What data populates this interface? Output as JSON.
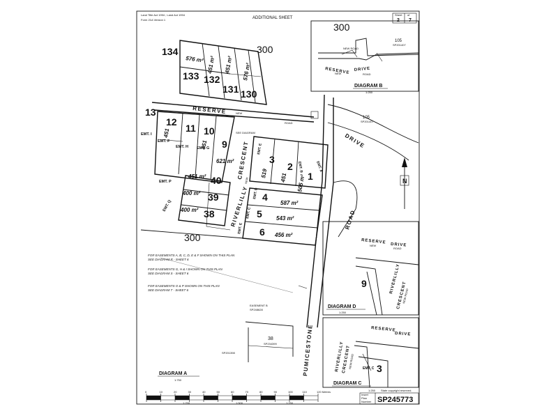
{
  "header": {
    "act_line": "Land Title Act 1994 ; Land Act 1994",
    "form_line": "Form 21A Version 1",
    "title": "ADDITIONAL SHEET",
    "sheet_label": "Sheet",
    "sheet_of_label": "of",
    "sheet_number": "2",
    "sheet_total": "7"
  },
  "diagram_a": {
    "lots": [
      {
        "number": "134",
        "area": ""
      },
      {
        "number": "133",
        "area": ""
      },
      {
        "number": "132",
        "area": "451 m²"
      },
      {
        "number": "131",
        "area": "451 m²"
      },
      {
        "number": "130",
        "area": "576 m²"
      },
      {
        "number": "13",
        "area": ""
      },
      {
        "number": "12",
        "area": "451"
      },
      {
        "number": "11",
        "area": ""
      },
      {
        "number": "10",
        "area": "451"
      },
      {
        "number": "9",
        "area": "621 m²"
      },
      {
        "number": "40",
        "area": "451 m²"
      },
      {
        "number": "39",
        "area": "400 m²"
      },
      {
        "number": "38",
        "area": "400 m²"
      },
      {
        "number": "3",
        "area": "519"
      },
      {
        "number": "2",
        "area": "451"
      },
      {
        "number": "1",
        "area": "505 m²"
      },
      {
        "number": "4",
        "area": "587 m²"
      },
      {
        "number": "5",
        "area": "543 m²"
      },
      {
        "number": "6",
        "area": "456 m²"
      }
    ],
    "lot134_area": "576 m²",
    "label_300_top": "300",
    "label_300_bottom": "300",
    "label_105": "105",
    "label_105_ref": "SP201407",
    "lot38_label": "38",
    "lot38_ref": "SP234399",
    "easement_b": "EASEMENT B",
    "easement_b_ref": "SP248628",
    "roads": {
      "reserve": "RESERVE",
      "reserve_new": "NEW",
      "drive": "DRIVE",
      "road_word": "ROAD",
      "crescent": "CRESCENT",
      "riverlilly": "RIVERLILLY",
      "riverlilly_new": "NEW",
      "road_main": "ROAD",
      "pumicestone": "PUMICESTONE"
    },
    "easements": {
      "emt_i": "EMT. I",
      "emt_h": "EMT. H",
      "emt_g": "EMT. G",
      "emt_f": "EMT. F",
      "emt_p": "EMT. P",
      "emt_q": "EMT. Q",
      "emt_e": "EMT. E",
      "emt_d": "EMT. D",
      "emt_a": "EMT. A",
      "emt_b": "EMT. B",
      "emt_c": "EMT. C",
      "emt_e2": "EMT. E"
    },
    "see_diagram": "SEE DIAGRAM",
    "notes": [
      {
        "text": "FOR EASEMENTS A, B, C, D, E & F SHOWN ON THIS PLAN",
        "sub": "SEE DIAGRAM R - SHEET 6"
      },
      {
        "text": "FOR EASEMENTS G, H & I SHOWN ON THIS PLAN",
        "sub": "SEE DIAGRAM S - SHEET 6"
      },
      {
        "text": "FOR EASEMENTS O & P SHOWN ON THIS PLAN",
        "sub": "SEE DIAGRAM T - SHEET 6"
      }
    ],
    "caption": "DIAGRAM A",
    "scale": "1:750",
    "ref_bottom_1": "SP201398",
    "ref_bottom_2": "SP245773"
  },
  "diagram_b": {
    "label_300": "300",
    "label_105": "105",
    "label_105_ref": "SP201407",
    "new_road": "NEW ROAD",
    "reserve": "RESERVE",
    "drive": "DRIVE",
    "new": "NEW",
    "road": "ROAD",
    "caption": "DIAGRAM B",
    "scale": "1:250"
  },
  "diagram_d": {
    "reserve": "RESERVE",
    "drive": "DRIVE",
    "new": "NEW",
    "road": "ROAD",
    "lot": "9",
    "riverlilly": "RIVERLILLY",
    "crescent": "CRESCENT",
    "new_road": "NEW ROAD",
    "caption": "DIAGRAM D",
    "scale": "1:250"
  },
  "diagram_c": {
    "reserve": "RESERVE",
    "drive": "DRIVE",
    "new_road": "NEW ROAD",
    "riverlilly": "RIVERLILLY",
    "crescent": "CRESCENT",
    "lot": "3",
    "emt_c": "EMT. C",
    "caption": "DIAGRAM C",
    "scale": "1:250"
  },
  "scale_bar": {
    "ticks": [
      "0",
      "10",
      "20",
      "30",
      "40",
      "50",
      "60",
      "70",
      "80",
      "90",
      "100",
      "110",
      "120 Metres"
    ],
    "units_a": "1:750",
    "units_b": "1:500",
    "units_c": "1:250"
  },
  "footer": {
    "copyright": "State copyright reserved.",
    "insert_label": "Insert",
    "plan_label": "Plan",
    "number_label": "Number",
    "plan_number": "SP245773"
  },
  "colors": {
    "ink": "#111111",
    "paper": "#ffffff"
  }
}
